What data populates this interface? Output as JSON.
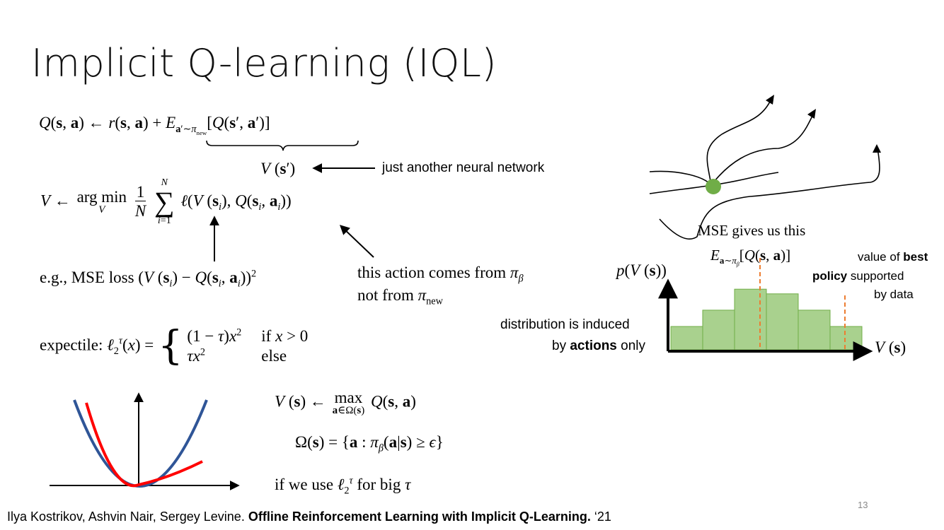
{
  "title": "Implicit Q-learning (IQL)",
  "annotations": {
    "neural_network": "just another neural network",
    "mse_example_prefix": "e.g., MSE loss",
    "action_source_line1": "this action comes from",
    "action_source_line2": "not from",
    "expectile_prefix": "expectile:",
    "if_x_gt_0": "if",
    "else": "else",
    "mse_gives": "MSE gives us this",
    "value_of": "value of",
    "best": "best",
    "policy": "policy",
    "supported": "supported",
    "by_data": "by data",
    "distribution_line1": "distribution is induced",
    "by": "by",
    "actions": "actions",
    "only": "only",
    "big_tau_prefix": "if we use",
    "big_tau_suffix": "for big"
  },
  "histogram": {
    "values": [
      1.0,
      1.7,
      2.6,
      2.4,
      1.7,
      1.0
    ],
    "bar_color": "#a9d18e",
    "bar_edge": "#70ad47",
    "marker_color": "#ed7d31"
  },
  "colors": {
    "blue_curve": "#2f5597",
    "red_curve": "#ff0000",
    "state_dot": "#70ad47"
  },
  "footer": {
    "authors": "Ilya Kostrikov, Ashvin Nair, Sergey Levine.",
    "paper": "Offline Reinforcement Learning with Implicit Q-Learning.",
    "year": "‘21"
  },
  "page_number": "13"
}
